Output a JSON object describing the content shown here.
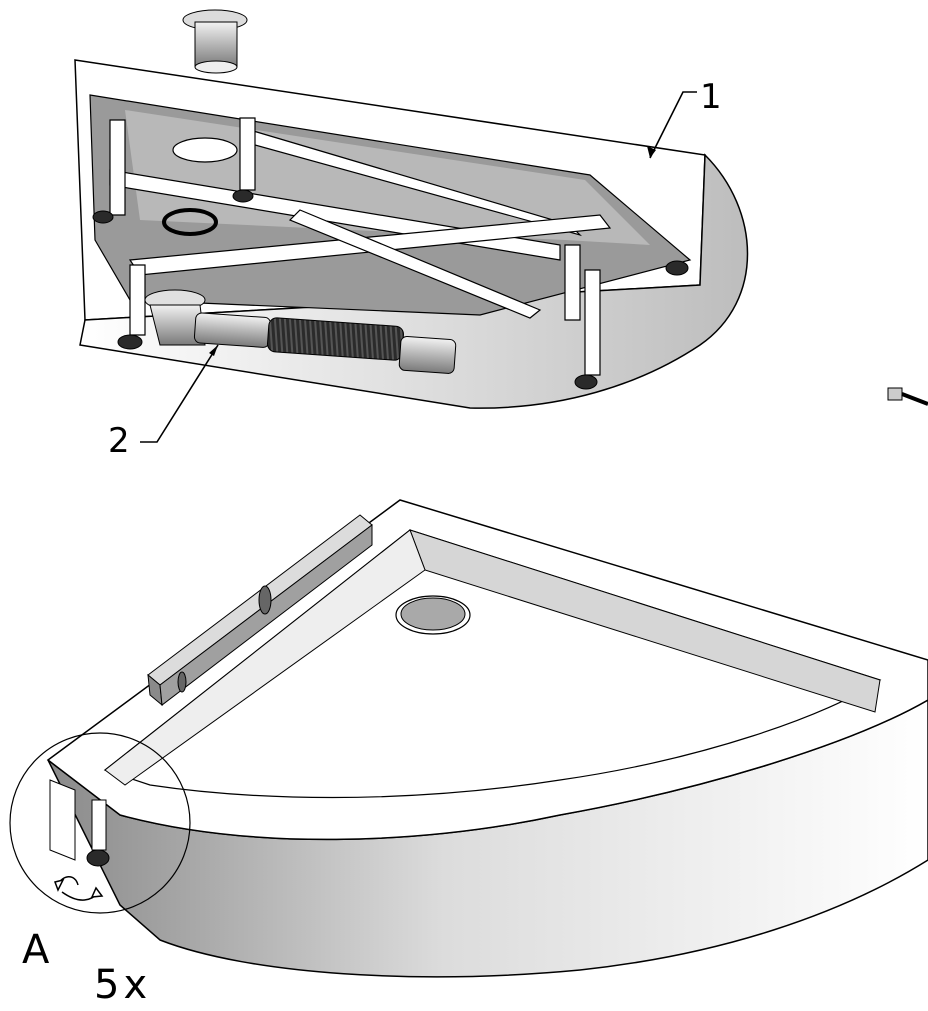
{
  "callouts": {
    "part_1": "1",
    "part_2": "2",
    "detail": "A",
    "quantity": "5x"
  },
  "colors": {
    "stroke": "#000000",
    "tray_white": "#ffffff",
    "frame_grey": "#9a9a9a",
    "shadow_grey": "#c8c8c8",
    "dark_rubber": "#2a2a2a"
  },
  "icons": {
    "rotate_arrows": "rotate-arrows-icon",
    "spirit_level": "spirit-level-icon"
  }
}
